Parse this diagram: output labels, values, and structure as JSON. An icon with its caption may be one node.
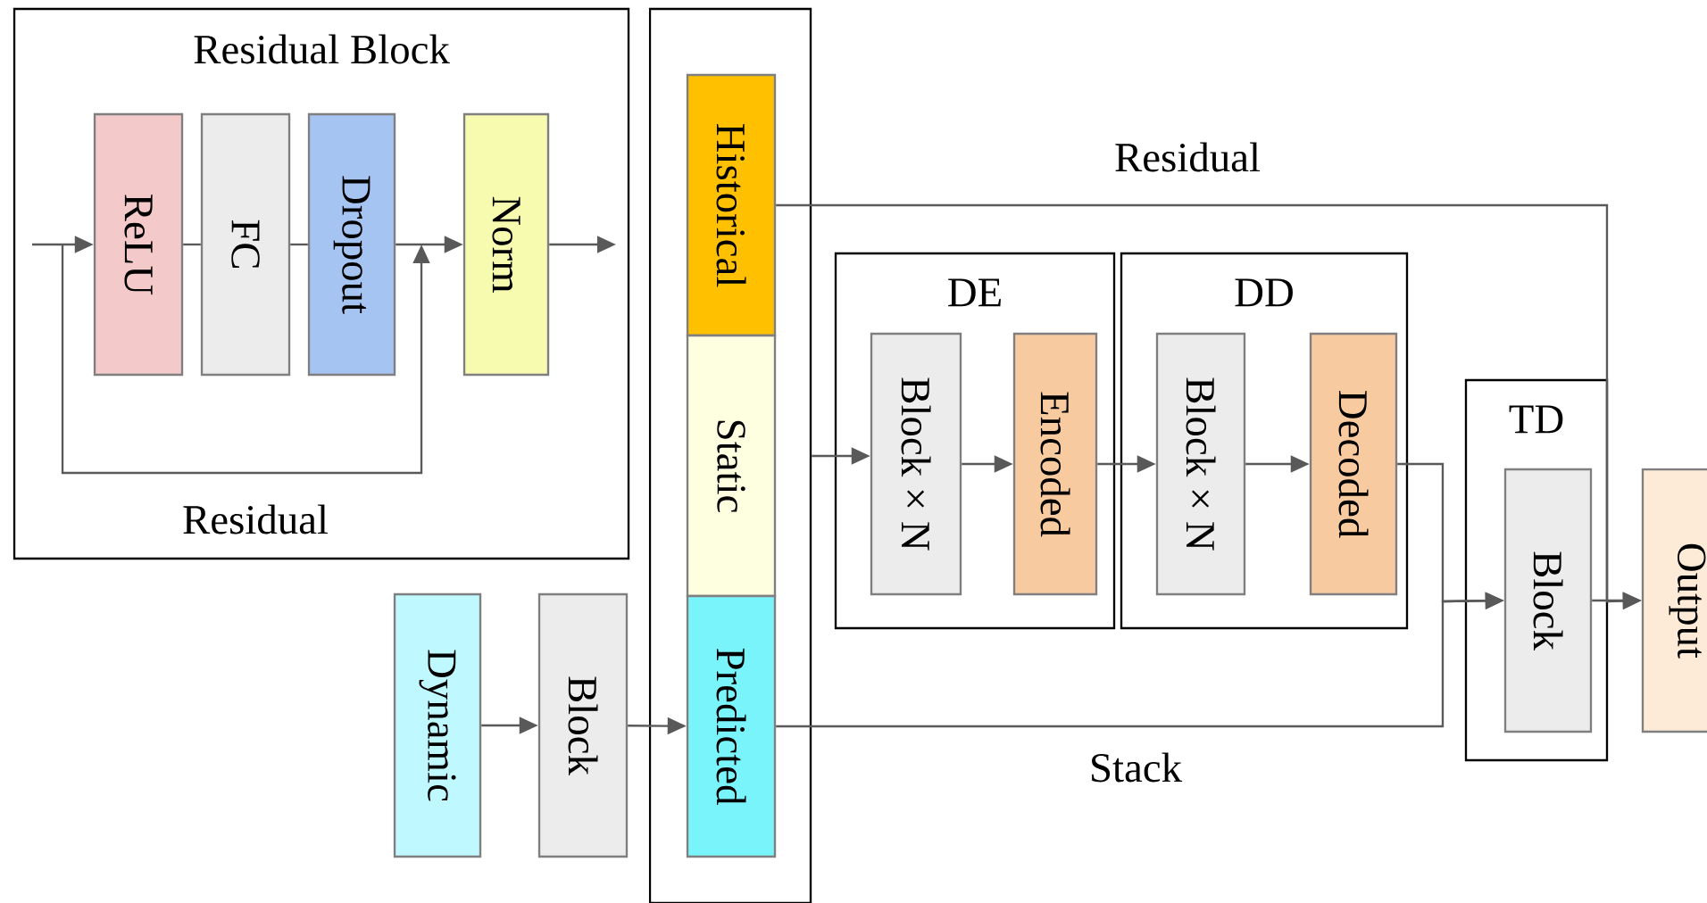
{
  "diagram": {
    "nodes": [
      {
        "text": [
          "Residual Block"
        ]
      },
      {
        "text": [
          "ReLU"
        ],
        "in": 0
      },
      {
        "text": [
          "FC"
        ],
        "in": 0
      },
      {
        "text": [
          "Dropout"
        ],
        "in": 0
      },
      {
        "text": [
          "Norm"
        ],
        "in": 0
      },
      {
        "text": [],
        "shape": "box"
      },
      {
        "text": [
          "Historical"
        ],
        "in": 5
      },
      {
        "text": [
          "Static"
        ],
        "in": 5
      },
      {
        "text": [
          "Predicted"
        ],
        "in": 5
      },
      {
        "text": [
          "Dynamic"
        ]
      },
      {
        "text": [
          "Block"
        ]
      },
      {
        "text": [
          "DE"
        ]
      },
      {
        "text": [
          "Block × N"
        ],
        "in": 11
      },
      {
        "text": [
          "Encoded"
        ],
        "in": 11
      },
      {
        "text": [
          "DD"
        ]
      },
      {
        "text": [
          "Block × N"
        ],
        "in": 14
      },
      {
        "text": [
          "Decoded"
        ],
        "in": 14
      },
      {
        "text": [
          "TD"
        ]
      },
      {
        "text": [
          "Block"
        ],
        "in": 17
      },
      {
        "text": [
          "Output"
        ]
      }
    ],
    "edges": [
      {
        "from": null,
        "to": 1,
        "arrow": "to"
      },
      {
        "from": 1,
        "to": 2,
        "arrow": "none"
      },
      {
        "from": 2,
        "to": 3,
        "arrow": "none"
      },
      {
        "from": 3,
        "to": 4,
        "arrow": "to"
      },
      {
        "from": 4,
        "to": null,
        "arrow": "to"
      },
      {
        "from": null,
        "to": 4,
        "arrow": "to",
        "label": "Residual"
      },
      {
        "from": 9,
        "to": 10,
        "arrow": "to"
      },
      {
        "from": 10,
        "to": 8,
        "arrow": "to"
      },
      {
        "from": 5,
        "to": 12,
        "arrow": "to"
      },
      {
        "from": 12,
        "to": 13,
        "arrow": "to"
      },
      {
        "from": 13,
        "to": 15,
        "arrow": "to"
      },
      {
        "from": 15,
        "to": 16,
        "arrow": "to"
      },
      {
        "from": 16,
        "to": 18,
        "arrow": "to"
      },
      {
        "from": 8,
        "to": 18,
        "arrow": "to",
        "label": "Stack"
      },
      {
        "from": 6,
        "to": 19,
        "arrow": "to",
        "label": "Residual"
      },
      {
        "from": 18,
        "to": 19,
        "arrow": "to"
      }
    ]
  }
}
